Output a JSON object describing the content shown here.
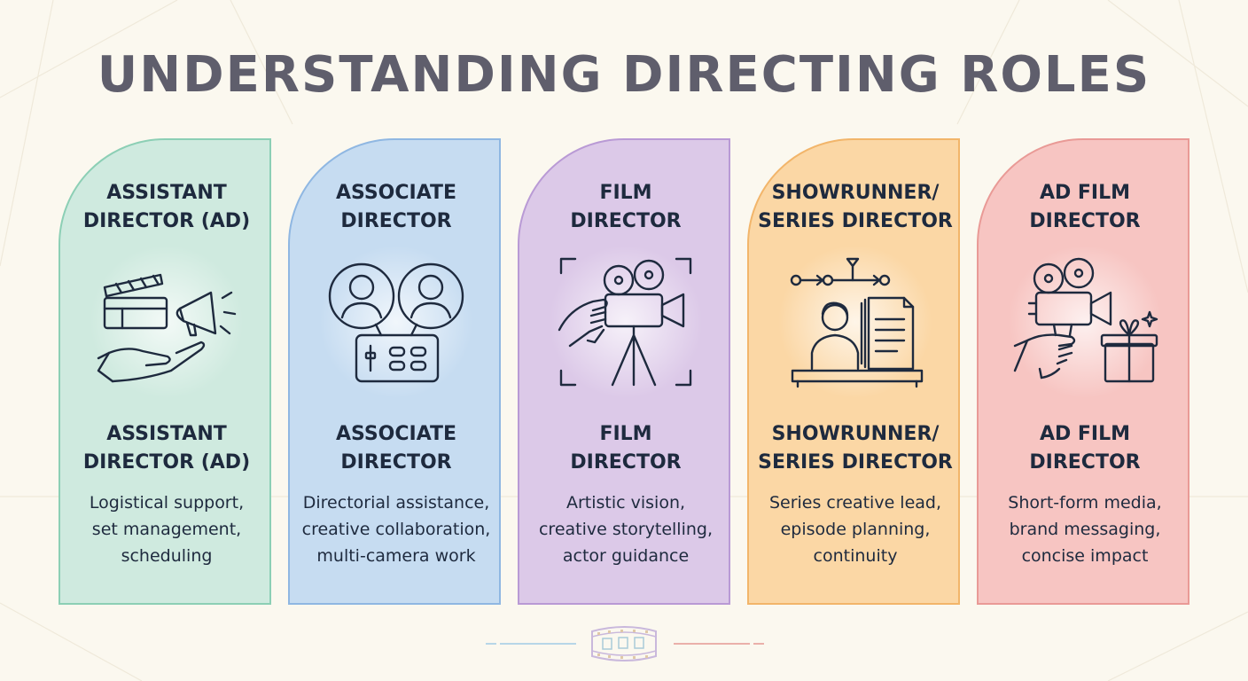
{
  "title": "UNDERSTANDING DIRECTING ROLES",
  "colors": {
    "background": "#fbf8ef",
    "title": "#5f5e6c",
    "text": "#1e2a3e",
    "assistant": "#cfeadf",
    "associate": "#c6dcf1",
    "film": "#dcc9e8",
    "showrunner": "#fbd7a5",
    "ad_film": "#f7c5c2"
  },
  "cards": [
    {
      "heading": [
        "ASSISTANT",
        "DIRECTOR (AD)"
      ],
      "icon": "clapperboard-megaphone-hand-icon",
      "subheading": [
        "ASSISTANT",
        "DIRECTOR (AD)"
      ],
      "description": [
        "Logistical support,",
        "set management,",
        "scheduling"
      ]
    },
    {
      "heading": [
        "ASSOCIATE",
        "DIRECTOR"
      ],
      "icon": "two-people-control-panel-icon",
      "subheading": [
        "ASSOCIATE",
        "DIRECTOR"
      ],
      "description": [
        "Directorial assistance,",
        "creative collaboration,",
        "multi-camera work"
      ]
    },
    {
      "heading": [
        "FILM",
        "DIRECTOR"
      ],
      "icon": "hand-film-camera-tripod-icon",
      "subheading": [
        "FILM",
        "DIRECTOR"
      ],
      "description": [
        "Artistic vision,",
        "creative storytelling,",
        "actor guidance"
      ]
    },
    {
      "heading": [
        "SHOWRUNNER/",
        "SERIES DIRECTOR"
      ],
      "icon": "person-desk-documents-timeline-icon",
      "subheading": [
        "SHOWRUNNER/",
        "SERIES DIRECTOR"
      ],
      "description": [
        "Series creative lead,",
        "episode planning,",
        "continuity"
      ]
    },
    {
      "heading": [
        "AD FILM",
        "DIRECTOR"
      ],
      "icon": "handheld-camera-gift-icon",
      "subheading": [
        "AD FILM",
        "DIRECTOR"
      ],
      "description": [
        "Short-form media,",
        "brand messaging,",
        "concise impact"
      ]
    }
  ],
  "footer_icon": "film-strip-icon"
}
